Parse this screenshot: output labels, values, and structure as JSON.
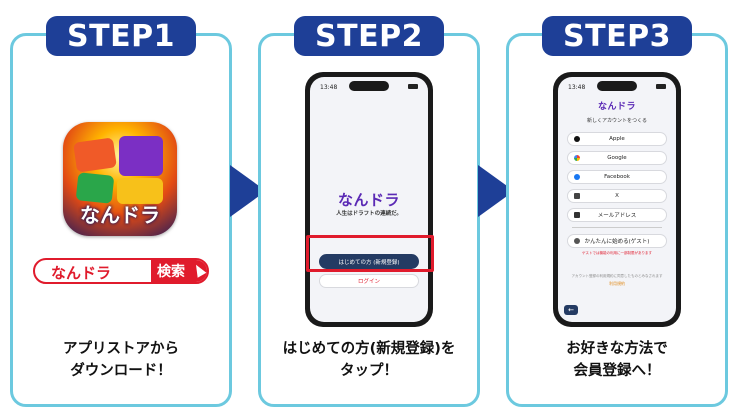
{
  "steps": [
    {
      "badge": "STEP1",
      "caption_line1": "アプリストアから",
      "caption_line2": "ダウンロード！"
    },
    {
      "badge": "STEP2",
      "caption_line1": "はじめての方(新規登録)を",
      "caption_line2": "タップ！"
    },
    {
      "badge": "STEP3",
      "caption_line1": "お好きな方法で",
      "caption_line2": "会員登録へ！"
    }
  ],
  "step1": {
    "app_icon_text": "なんドラ",
    "search_text": "なんドラ",
    "search_button": "検索"
  },
  "phone2": {
    "time": "13:48",
    "logo": "なんドラ",
    "tagline": "人生はドラフトの連続だ。",
    "primary_button": "はじめての方 (新規登録)",
    "login_button": "ログイン"
  },
  "phone3": {
    "time": "13:48",
    "logo": "なんドラ",
    "heading": "新しくアカウントをつくる",
    "options": [
      {
        "label": "Apple",
        "icon": "apple-icon"
      },
      {
        "label": "Google",
        "icon": "google-icon"
      },
      {
        "label": "Facebook",
        "icon": "facebook-icon"
      },
      {
        "label": "X",
        "icon": "x-icon"
      },
      {
        "label": "メールアドレス",
        "icon": "mail-icon"
      }
    ],
    "guest_button": "かんたんに始める(ゲスト)",
    "note": "ゲストでは機能の利用に一部制限があります",
    "footer_note": "アカウント登録の利用規約に同意したものとみなされます",
    "footer_link": "利用規約"
  },
  "colors": {
    "navy": "#1e3f97",
    "border": "#6cc9df",
    "red": "#e01b2c",
    "purple": "#5b2ab5"
  }
}
